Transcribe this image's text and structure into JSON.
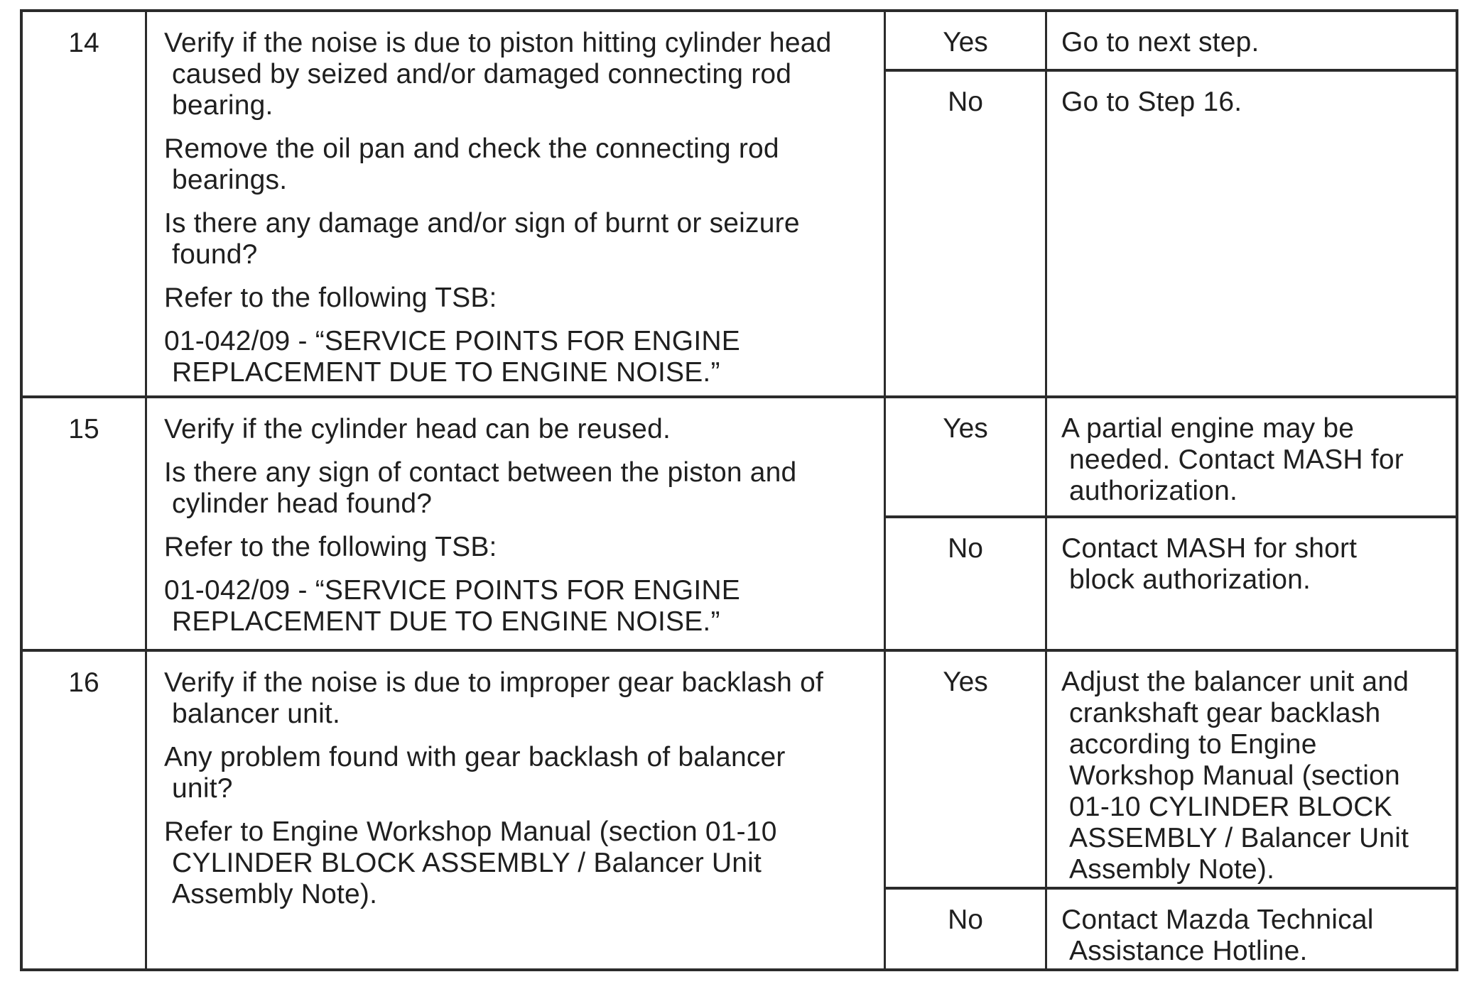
{
  "document": {
    "kind_label": "engine-noise-diagnostic-table"
  },
  "table": {
    "rows": [
      {
        "step": "14",
        "instructions": [
          "Verify if the noise is due to piston hitting cylinder head\n caused by seized and/or damaged connecting rod\n bearing.",
          "Remove the oil pan and check the connecting rod\n bearings.",
          "Is there any damage and/or sign of burnt or seizure\n found?",
          "Refer to the following TSB:",
          "01-042/09 - “SERVICE POINTS FOR ENGINE\n REPLACEMENT DUE TO ENGINE NOISE.”"
        ],
        "outcomes": [
          {
            "answer": "Yes",
            "action": "Go to next step."
          },
          {
            "answer": "No",
            "action": "Go to Step 16."
          }
        ]
      },
      {
        "step": "15",
        "instructions": [
          "Verify if the cylinder head can be reused.",
          "Is there any sign of contact between the piston and\n cylinder head found?",
          "Refer to the following TSB:",
          "01-042/09 - “SERVICE POINTS FOR ENGINE\n REPLACEMENT DUE TO ENGINE NOISE.”"
        ],
        "outcomes": [
          {
            "answer": "Yes",
            "action": "A partial engine may be\n needed. Contact MASH for\n authorization."
          },
          {
            "answer": "No",
            "action": "Contact MASH for short\n block authorization."
          }
        ]
      },
      {
        "step": "16",
        "instructions": [
          "Verify if the noise is due to improper gear backlash of\n balancer unit.",
          "Any problem found with gear backlash of balancer\n unit?",
          "Refer to Engine Workshop Manual (section 01-10\n CYLINDER BLOCK ASSEMBLY / Balancer Unit\n Assembly Note)."
        ],
        "outcomes": [
          {
            "answer": "Yes",
            "action": "Adjust the balancer unit and\n crankshaft gear backlash\n according to Engine\n Workshop Manual (section\n 01-10 CYLINDER BLOCK\n ASSEMBLY / Balancer Unit\n Assembly Note)."
          },
          {
            "answer": "No",
            "action": "Contact Mazda Technical\n Assistance Hotline."
          }
        ]
      }
    ]
  }
}
